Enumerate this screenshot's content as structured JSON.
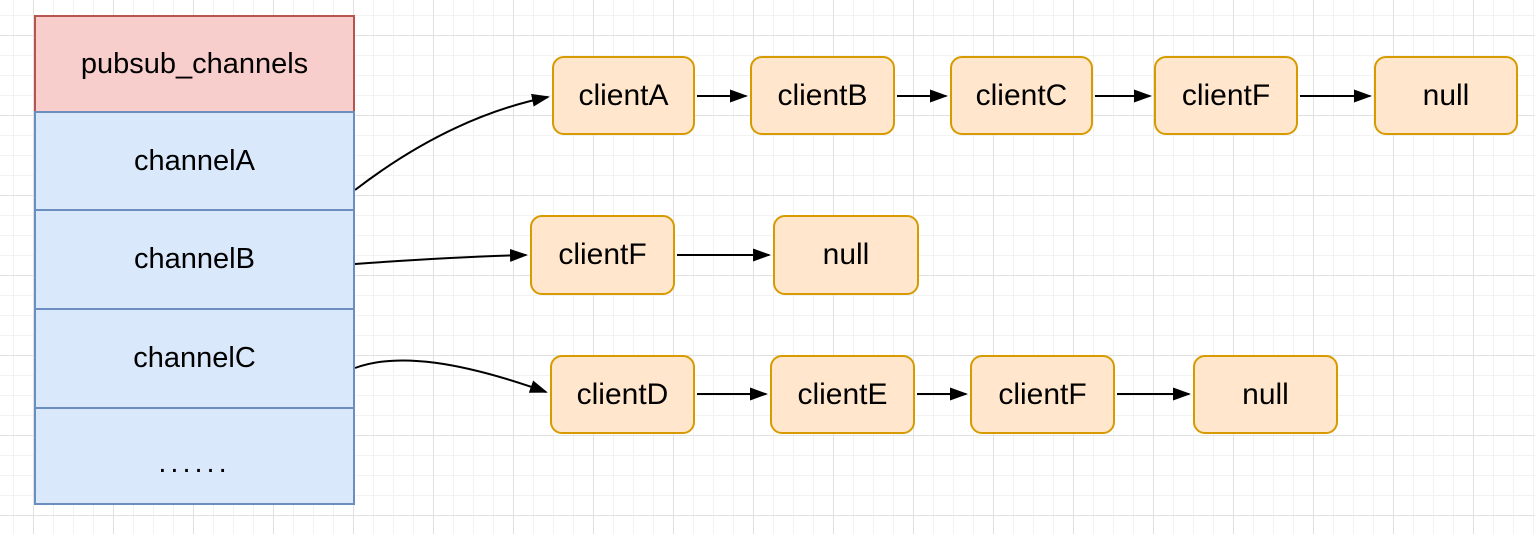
{
  "diagram": {
    "table": {
      "header": "pubsub_channels",
      "rows": [
        "channelA",
        "channelB",
        "channelC",
        "......"
      ]
    },
    "lists": [
      [
        "clientA",
        "clientB",
        "clientC",
        "clientF",
        "null"
      ],
      [
        "clientF",
        "null"
      ],
      [
        "clientD",
        "clientE",
        "clientF",
        "null"
      ]
    ],
    "colors": {
      "background": "#ffffff",
      "grid_minor": "#f2f2f2",
      "grid_major": "#e1e1e1",
      "header_fill": "#f8cecc",
      "header_stroke": "#b85450",
      "row_fill": "#dae8fc",
      "row_stroke": "#6c8ebf",
      "node_fill": "#ffe6cc",
      "node_stroke": "#d79b00",
      "arrow": "#000000",
      "text": "#000000"
    }
  }
}
